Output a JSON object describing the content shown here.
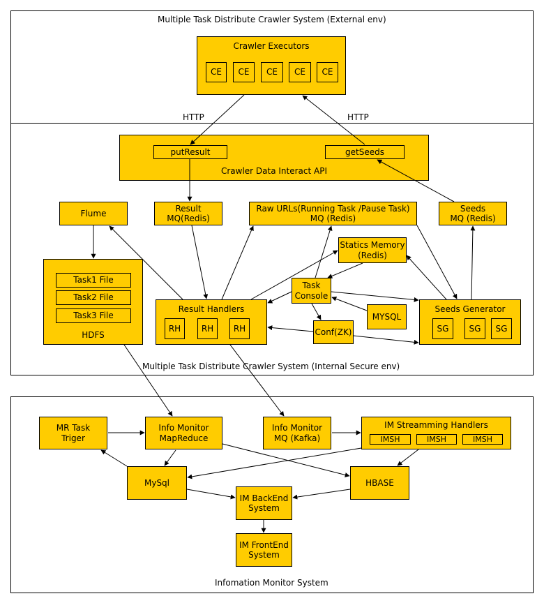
{
  "regions": {
    "external": {
      "title": "Multiple Task Distribute Crawler System (External env)"
    },
    "internal": {
      "title": "Multiple Task Distribute Crawler System (Internal Secure env)"
    },
    "monitor": {
      "title": "Infomation Monitor System"
    }
  },
  "external": {
    "crawler_executors": "Crawler Executors",
    "ce_items": [
      "CE",
      "CE",
      "CE",
      "CE",
      "CE"
    ],
    "http_left": "HTTP",
    "http_right": "HTTP"
  },
  "internal": {
    "api_title": "Crawler Data Interact API",
    "put_result": "putResult",
    "get_seeds": "getSeeds",
    "flume": "Flume",
    "result_mq": "Result\nMQ(Redis)",
    "raw_urls": "Raw URLs(Running Task /Pause Task)\nMQ (Redis)",
    "seeds_mq": "Seeds\nMQ (Redis)",
    "statics_memory": "Statics Memory\n(Redis)",
    "task_console": "Task\nConsole",
    "mysql": "MYSQL",
    "conf_zk": "Conf(ZK)",
    "hdfs": "HDFS",
    "task_files": [
      "Task1 File",
      "Task2 File",
      "Task3 File"
    ],
    "result_handlers": "Result Handlers",
    "rh_items": [
      "RH",
      "RH",
      "RH"
    ],
    "seeds_generator": "Seeds Generator",
    "sg_items": [
      "SG",
      "SG",
      "SG"
    ]
  },
  "monitor": {
    "mr_task_triger": "MR Task\nTriger",
    "info_monitor_mapreduce": "Info Monitor\nMapReduce",
    "info_monitor_mq": "Info Monitor\nMQ (Kafka)",
    "im_streamming_handlers": "IM Streamming Handlers",
    "imsh_items": [
      "IMSH",
      "IMSH",
      "IMSH"
    ],
    "mysql": "MySql",
    "hbase": "HBASE",
    "im_backend": "IM BackEnd\nSystem",
    "im_frontend": "IM FrontEnd\nSystem"
  },
  "colors": {
    "box_fill": "#ffcc00",
    "stroke": "#000000",
    "background": "#ffffff"
  }
}
